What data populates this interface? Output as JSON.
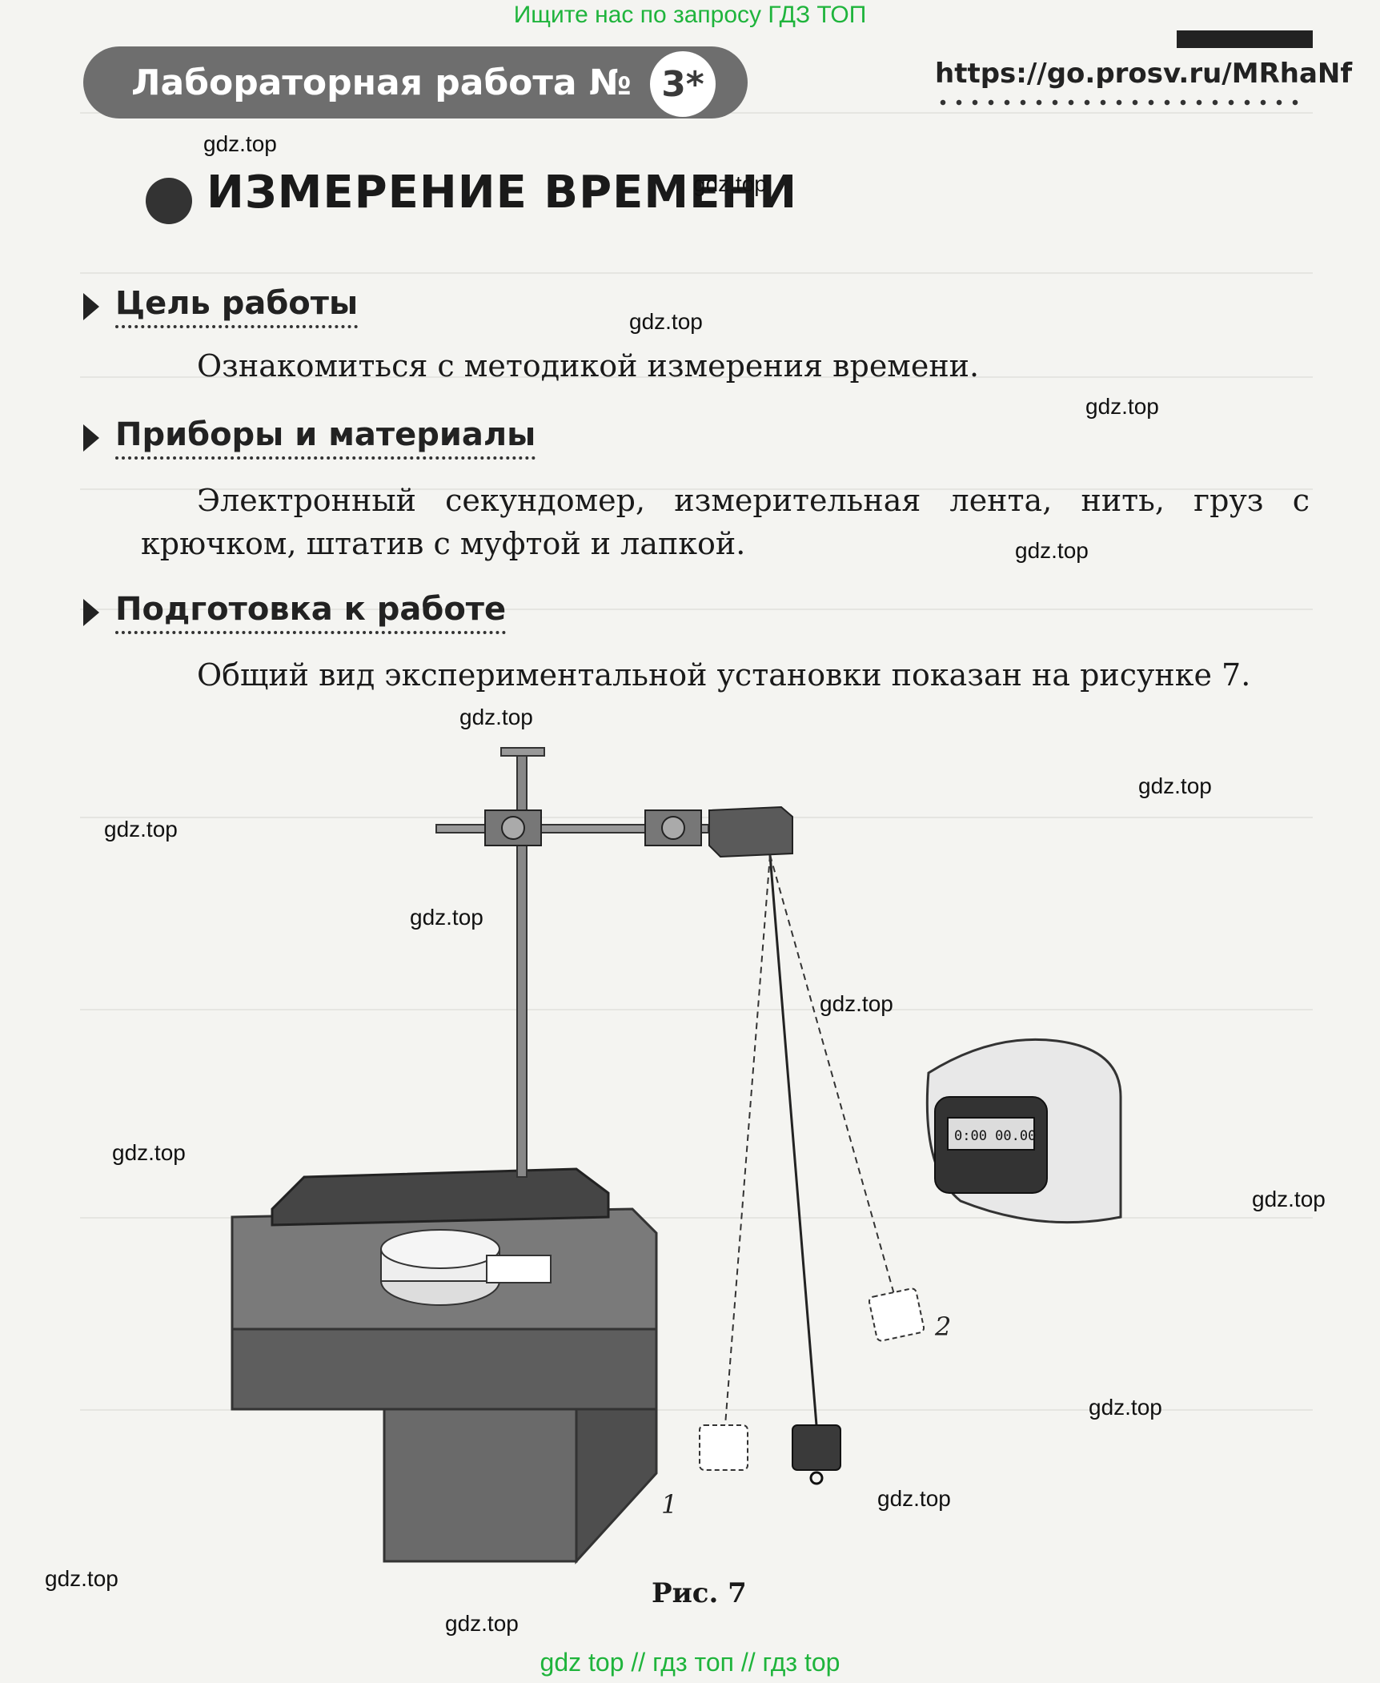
{
  "top_banner": "Ищите нас по запросу ГДЗ ТОП",
  "header": {
    "lab_title": "Лабораторная работа №",
    "lab_number": "3*",
    "url": "https://go.prosv.ru/MRhaNf"
  },
  "title": "ИЗМЕРЕНИЕ ВРЕМЕНИ",
  "sections": {
    "goal_heading": "Цель работы",
    "goal_text": "Ознакомиться с методикой измерения времени.",
    "equipment_heading": "Приборы и материалы",
    "equipment_text": "Электронный секундомер, измерительная лента, нить, груз с крючком, штатив с муфтой и лапкой.",
    "prep_heading": "Подготовка к работе",
    "prep_text": "Общий вид экспериментальной установки показан на рисунке 7."
  },
  "figure": {
    "stopwatch_display": "0:00 00.00",
    "label_1": "1",
    "label_2": "2",
    "caption": "Рис. 7"
  },
  "watermark": "gdz.top",
  "footer": "gdz top  //  гдз топ  //  гдз top"
}
